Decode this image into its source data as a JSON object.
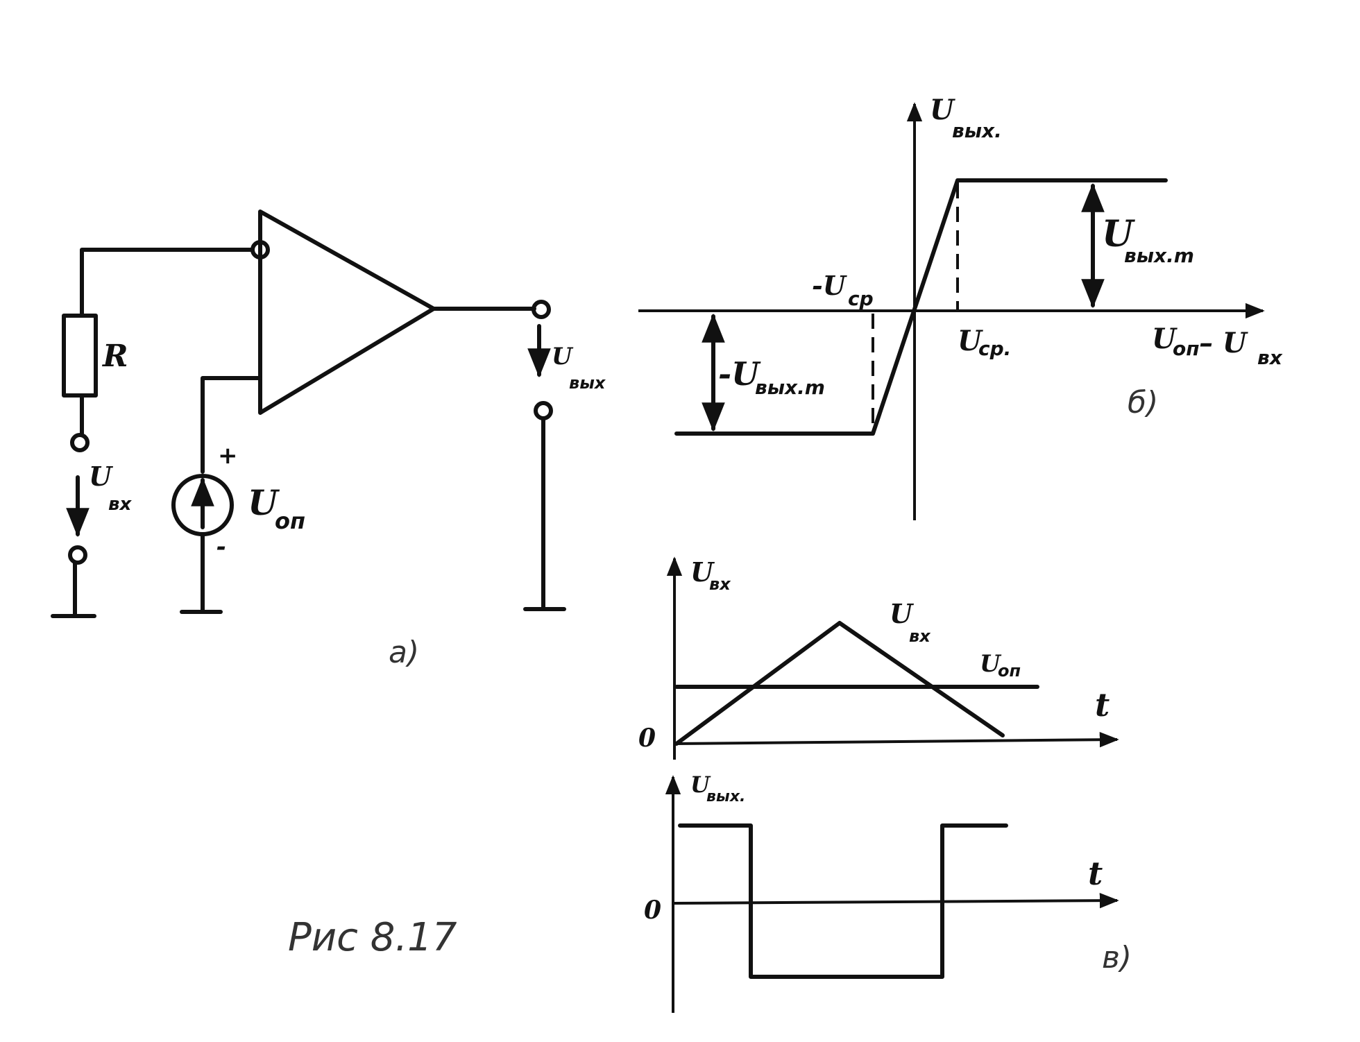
{
  "circuit": {
    "resistor_label": "R",
    "input_label": "U",
    "input_sub": "вх",
    "reference_label": "U",
    "reference_sub": "оп",
    "output_label": "U",
    "output_sub": "вых",
    "plus_sign": "+",
    "minus_sign": "-",
    "panel_label": "а)"
  },
  "transfer": {
    "y_label": "U",
    "y_sub": "вых.",
    "vmax_label": "U",
    "vmax_sub": "вых.m",
    "vmin_label": "-U",
    "vmin_sub": "вых.m",
    "neg_threshold_label": "-U",
    "neg_threshold_sub": "ср",
    "pos_threshold_label": "U",
    "pos_threshold_sub": "ср.",
    "x_label_a": "U",
    "x_label_a_sub": "оп",
    "x_label_b": "– U",
    "x_label_b_sub": "вх",
    "panel_label": "б)"
  },
  "timing": {
    "input_axis_label": "U",
    "input_axis_sub": "вх",
    "input_curve_label": "U",
    "input_curve_sub": "вх",
    "reference_label": "U",
    "reference_sub": "оп",
    "t_label_top": "t",
    "zero_top": "0",
    "output_axis_label": "U",
    "output_axis_sub": "вых.",
    "t_label_bottom": "t",
    "zero_bottom": "0",
    "panel_label": "в)"
  },
  "caption": "Рис 8.17"
}
